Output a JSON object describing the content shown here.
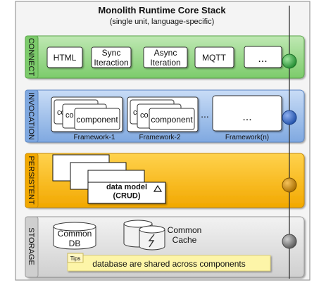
{
  "title": "Monolith Runtime Core Stack",
  "subtitle": "(single unit, language-specific)",
  "layers": {
    "connect": {
      "label": "CONNECT",
      "color": "#8cd17d",
      "items": [
        "HTML",
        "Sync\nIteraction",
        "Async\nIteration",
        "MQTT",
        "..."
      ]
    },
    "invocation": {
      "label": "INVOCATION",
      "color": "#8fb4e8",
      "stack_item_short": "co",
      "stack_item": "component",
      "ellipsis": "...",
      "frameworks": [
        "Framework-1",
        "Framework-2",
        "Framework(n)"
      ]
    },
    "persistent": {
      "label": "PERSISTENT",
      "color": "#f7b500",
      "data_model": "data model\n(CRUD)"
    },
    "storage": {
      "label": "STORAGE",
      "color": "#d9d9d9",
      "db": "Common\nDB",
      "cache": "Common\nCache",
      "tips_tag": "Tips",
      "tips_text": "database are shared across components"
    }
  },
  "bus_node_colors": [
    "#2e9e3e",
    "#2a5fbf",
    "#c98a00",
    "#666666"
  ]
}
